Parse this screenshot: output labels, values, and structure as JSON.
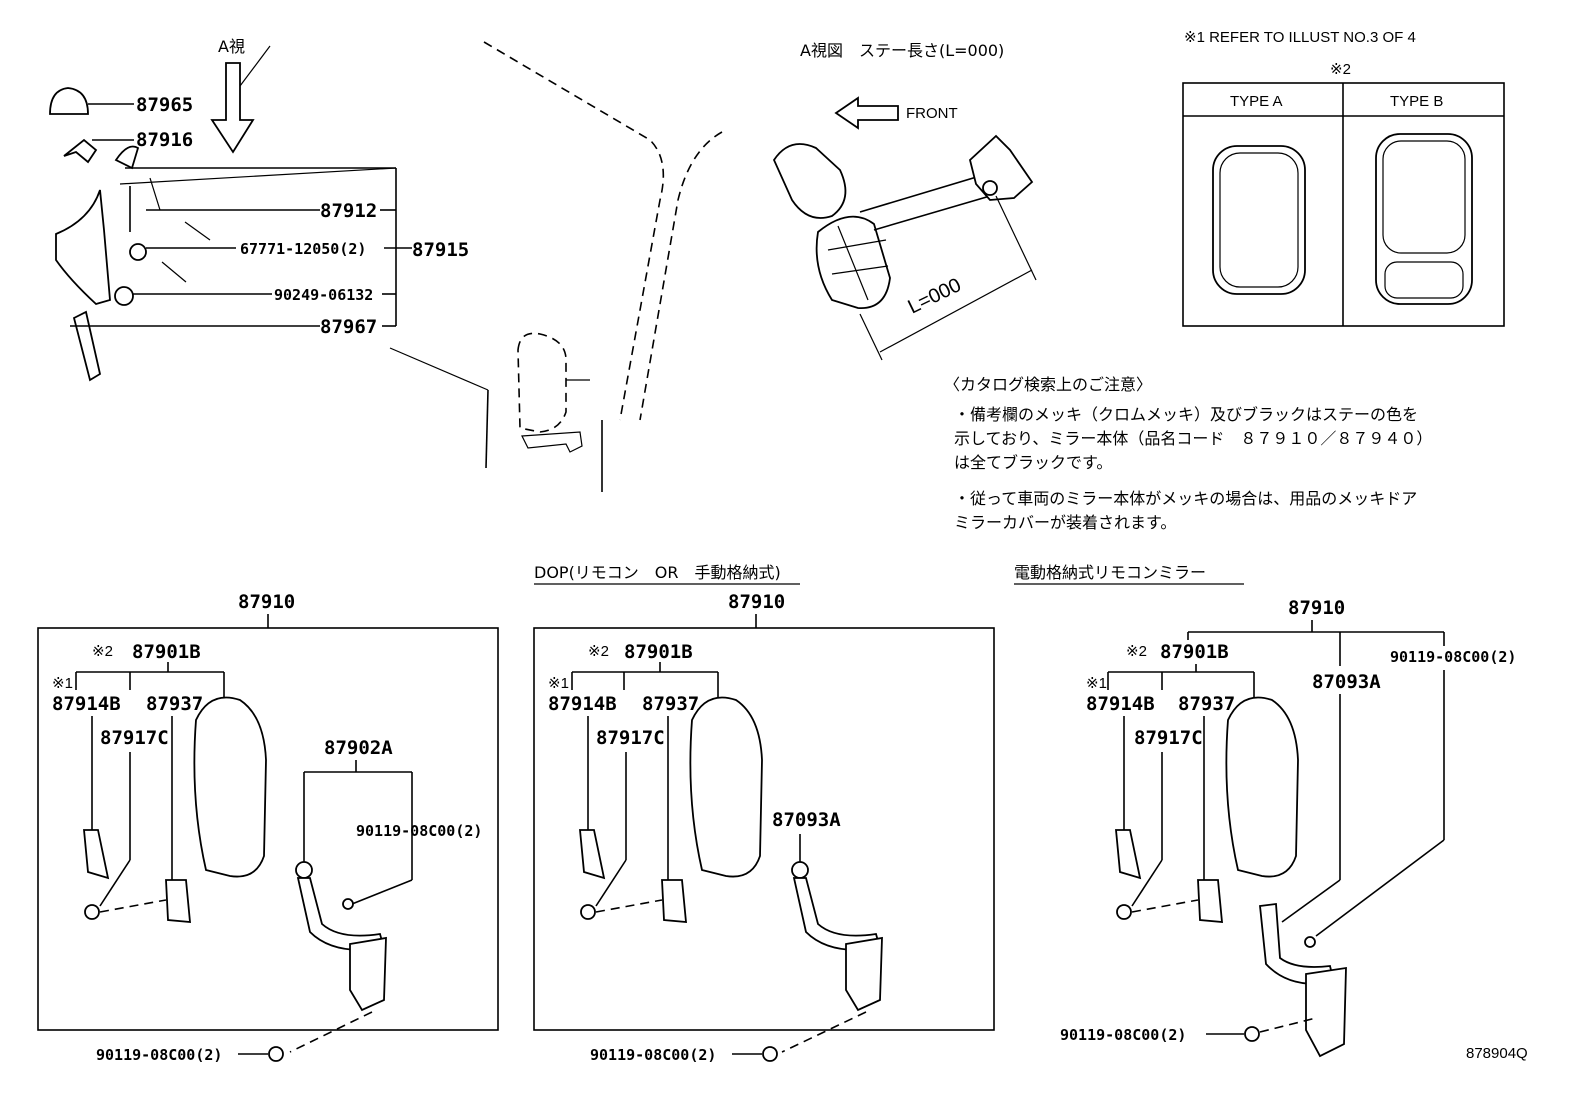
{
  "top_left": {
    "view_a": "A視",
    "parts": {
      "p87965": "87965",
      "p87916": "87916",
      "p87912": "87912",
      "p67771": "67771-12050(2)",
      "p87915": "87915",
      "p90249": "90249-06132",
      "p87967": "87967"
    }
  },
  "view_a_detail": {
    "title": "A視図　ステー長さ(L=000)",
    "front": "FRONT",
    "dimension": "L=000"
  },
  "types": {
    "note1": "※1 REFER TO ILLUST NO.3 OF 4",
    "note2": "※2",
    "type_a": "TYPE A",
    "type_b": "TYPE B"
  },
  "catalog_note": {
    "heading": "〈カタログ検索上のご注意〉",
    "line1": "・備考欄のメッキ（クロムメッキ）及びブラックはステーの色を",
    "line2": "示しており、ミラー本体（品名コード　８７９１０／８７９４０）",
    "line3": "は全てブラックです。",
    "line4": "・従って車両のミラー本体がメッキの場合は、用品のメッキドア",
    "line5": "ミラーカバーが装着されます。"
  },
  "panel1": {
    "assy": "87910",
    "mark2": "※2",
    "p87901b": "87901B",
    "mark1": "※1",
    "p87914b": "87914B",
    "p87937": "87937",
    "p87917c": "87917C",
    "p87902a": "87902A",
    "screw_upper": "90119-08C00(2)",
    "screw_lower": "90119-08C00(2)"
  },
  "panel2": {
    "caption": "DOP(リモコン　OR　手動格納式)",
    "assy": "87910",
    "mark2": "※2",
    "p87901b": "87901B",
    "mark1": "※1",
    "p87914b": "87914B",
    "p87937": "87937",
    "p87917c": "87917C",
    "p87093a": "87093A",
    "screw_lower": "90119-08C00(2)"
  },
  "panel3": {
    "caption": "電動格納式リモコンミラー",
    "assy": "87910",
    "mark2": "※2",
    "p87901b": "87901B",
    "mark1": "※1",
    "p87914b": "87914B",
    "p87937": "87937",
    "p87917c": "87917C",
    "p87093a": "87093A",
    "screw_upper": "90119-08C00(2)",
    "screw_lower": "90119-08C00(2)"
  },
  "illustration_id": "878904Q"
}
